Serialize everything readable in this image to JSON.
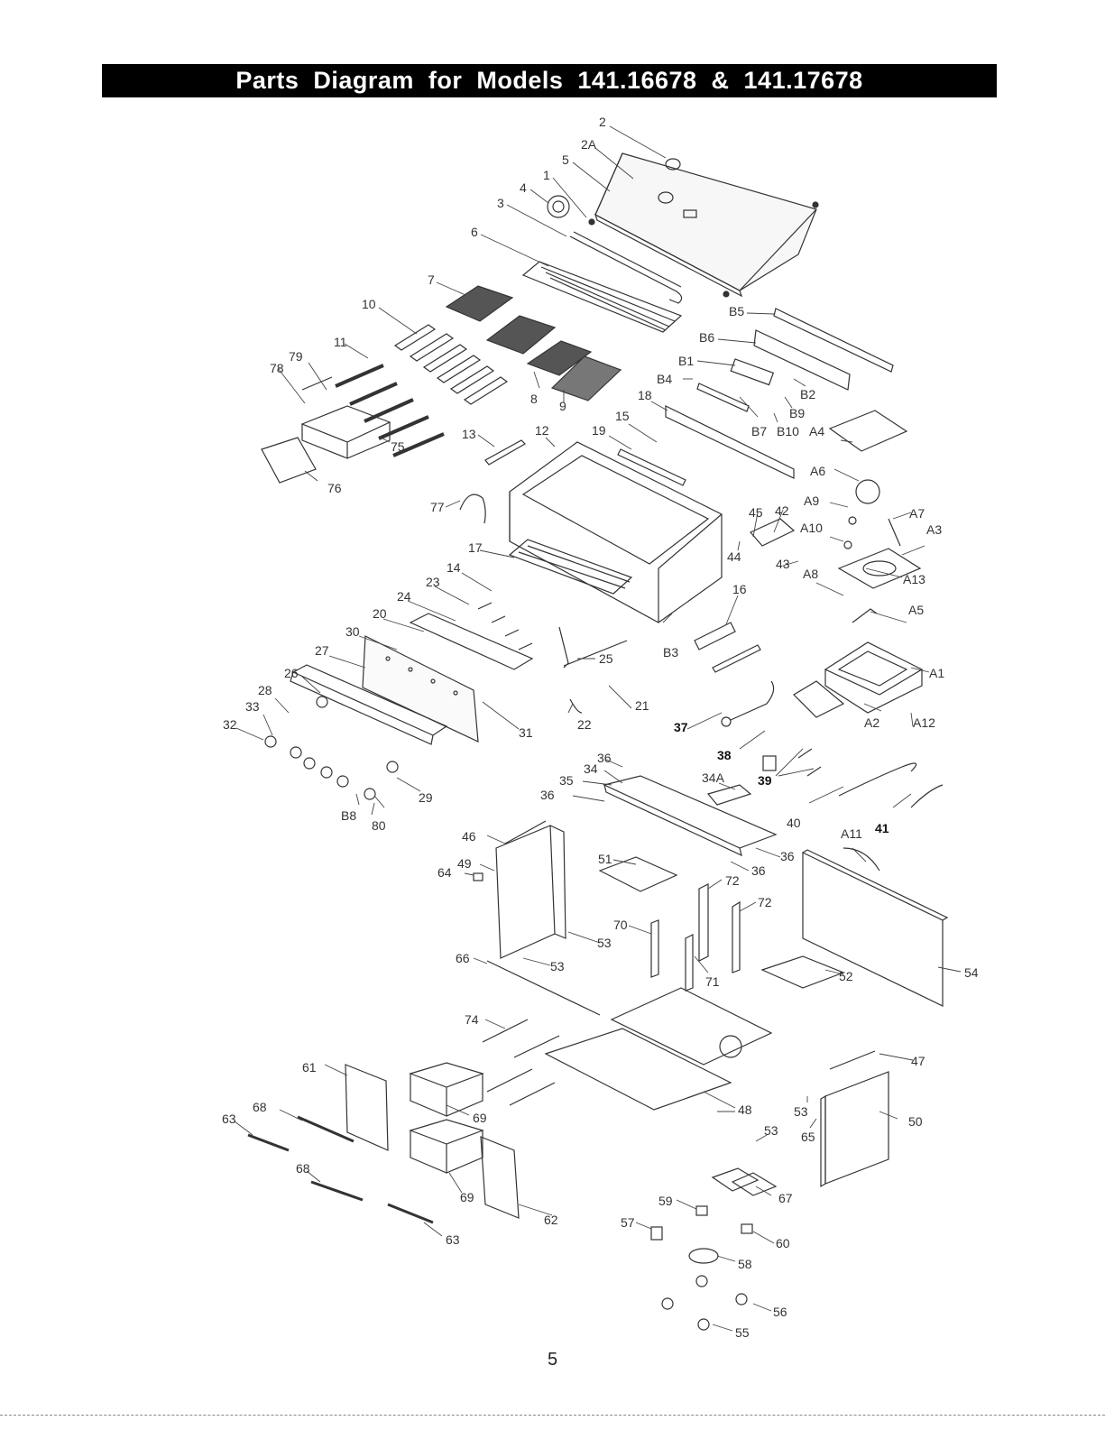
{
  "title": "Parts Diagram for Models 141.16678 & 141.17678",
  "page_number": "5",
  "labels": [
    "2",
    "2A",
    "5",
    "1",
    "4",
    "3",
    "6",
    "7",
    "10",
    "11",
    "79",
    "78",
    "75",
    "76",
    "8",
    "9",
    "B5",
    "B6",
    "B1",
    "B4",
    "B2",
    "B9",
    "B7",
    "B10",
    "A4",
    "18",
    "15",
    "19",
    "13",
    "12",
    "77",
    "A6",
    "A9",
    "A7",
    "A10",
    "A3",
    "A13",
    "A8",
    "A5",
    "45",
    "42",
    "44",
    "43",
    "16",
    "17",
    "14",
    "23",
    "24",
    "20",
    "25",
    "30",
    "27",
    "26",
    "28",
    "33",
    "32",
    "B3",
    "21",
    "22",
    "31",
    "29",
    "B8",
    "80",
    "A1",
    "A2",
    "A12",
    "37",
    "38",
    "39",
    "40",
    "41",
    "36",
    "34",
    "35",
    "34A",
    "A11",
    "46",
    "49",
    "64",
    "51",
    "72",
    "70",
    "71",
    "53",
    "54",
    "52",
    "66",
    "74",
    "47",
    "61",
    "68",
    "63",
    "69",
    "48",
    "50",
    "65",
    "67",
    "59",
    "57",
    "60",
    "62",
    "58",
    "56",
    "55"
  ]
}
